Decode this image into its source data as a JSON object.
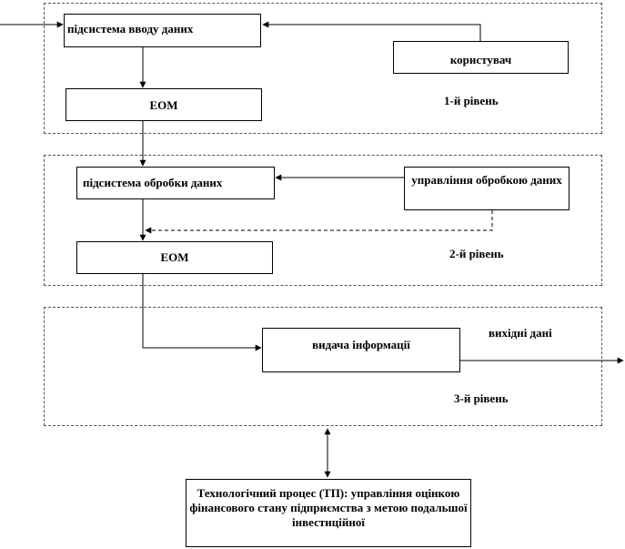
{
  "levels": [
    {
      "label": "1-й рівень"
    },
    {
      "label": "2-й рівень"
    },
    {
      "label": "3-й рівень"
    }
  ],
  "boxes": {
    "input_subsystem": "підсистема вводу даних",
    "user": "користувач",
    "eom_1": "ЕОМ",
    "processing_subsystem": "підсистема обробки даних",
    "processing_management": "управління обробкою даних",
    "eom_2": "ЕОМ",
    "info_output": "видача інформації",
    "tech_process": "Технологічний процес (ТП): управління оцінкою фінансового стану підприємства з метою подальшої інвестиційної"
  },
  "output_label": "вихідні дані",
  "colors": {
    "line": "#000000",
    "dashed_border": "#555555"
  }
}
